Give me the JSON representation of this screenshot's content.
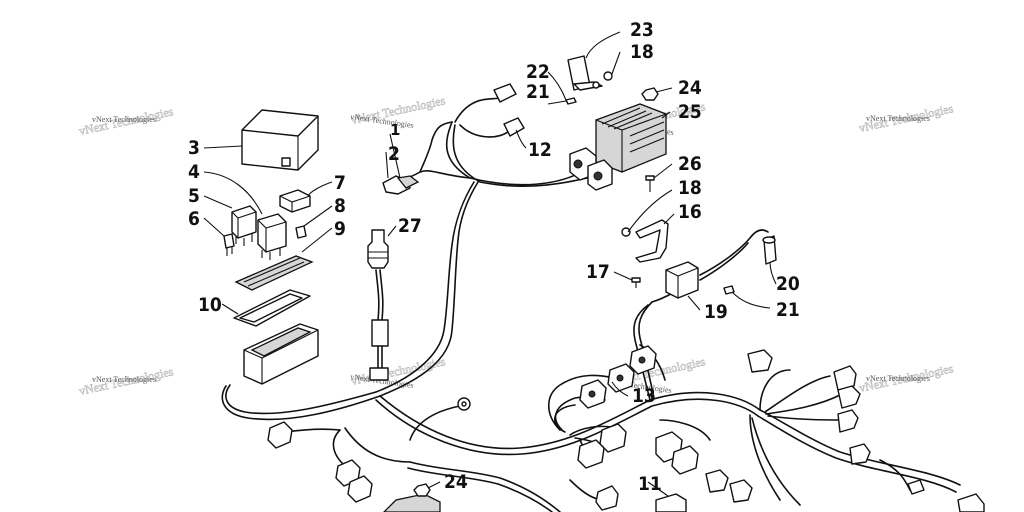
{
  "watermark": {
    "line1": "vNext Technologies",
    "line2": "vNext Technologies"
  },
  "callouts": [
    {
      "id": "c1",
      "label": "1"
    },
    {
      "id": "c2",
      "label": "2"
    },
    {
      "id": "c3",
      "label": "3"
    },
    {
      "id": "c4",
      "label": "4"
    },
    {
      "id": "c5",
      "label": "5"
    },
    {
      "id": "c6",
      "label": "6"
    },
    {
      "id": "c7",
      "label": "7"
    },
    {
      "id": "c8",
      "label": "8"
    },
    {
      "id": "c9",
      "label": "9"
    },
    {
      "id": "c10",
      "label": "10"
    },
    {
      "id": "c11",
      "label": "11"
    },
    {
      "id": "c12",
      "label": "12"
    },
    {
      "id": "c13",
      "label": "13"
    },
    {
      "id": "c16",
      "label": "16"
    },
    {
      "id": "c17",
      "label": "17"
    },
    {
      "id": "c18a",
      "label": "18"
    },
    {
      "id": "c18b",
      "label": "18"
    },
    {
      "id": "c19",
      "label": "19"
    },
    {
      "id": "c20",
      "label": "20"
    },
    {
      "id": "c21a",
      "label": "21"
    },
    {
      "id": "c21b",
      "label": "21"
    },
    {
      "id": "c22",
      "label": "22"
    },
    {
      "id": "c23",
      "label": "23"
    },
    {
      "id": "c24a",
      "label": "24"
    },
    {
      "id": "c24b",
      "label": "24"
    },
    {
      "id": "c25",
      "label": "25"
    },
    {
      "id": "c26",
      "label": "26"
    },
    {
      "id": "c27",
      "label": "27"
    }
  ]
}
